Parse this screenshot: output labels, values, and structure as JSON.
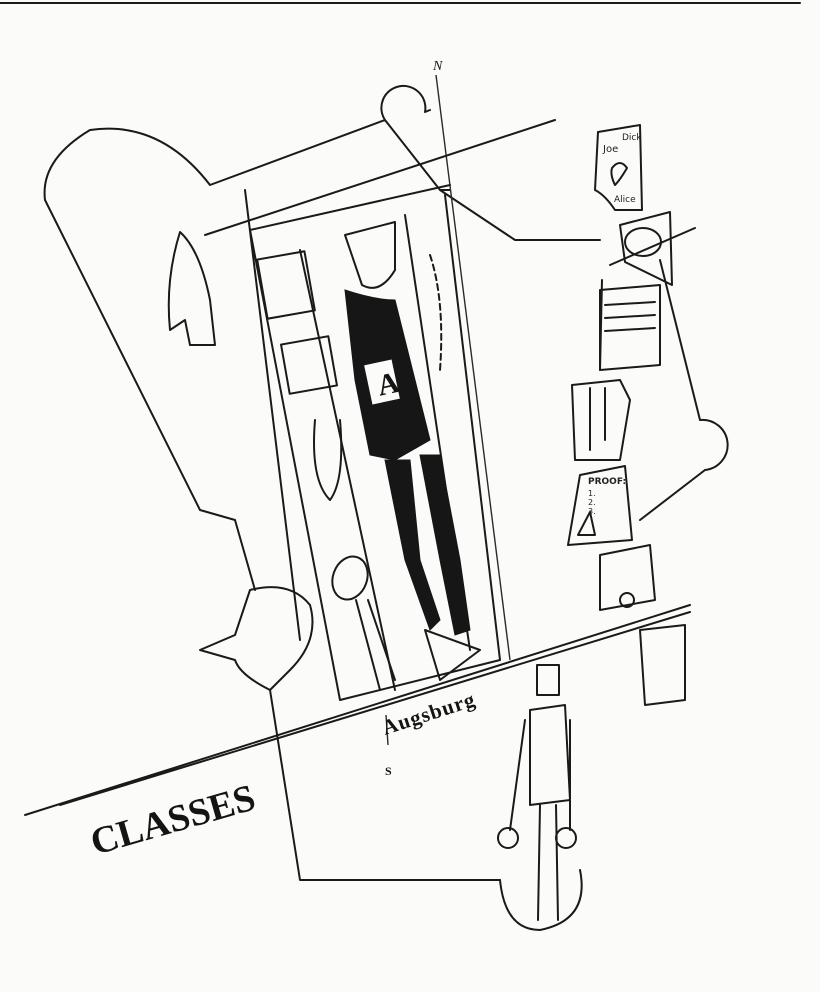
{
  "illustration": {
    "section_title": "CLASSES",
    "school_name": "Augsburg",
    "compass_north": "N",
    "compass_south": "S",
    "sweater_letter": "A",
    "love_note": {
      "names": [
        "Joe",
        "Dick",
        "Alice"
      ]
    },
    "proof_note": {
      "heading": "PROOF:",
      "lines": [
        "1.",
        "2.",
        "3."
      ]
    }
  },
  "colors": {
    "ink": "#1a1a1a",
    "paper": "#fbfbf9"
  }
}
